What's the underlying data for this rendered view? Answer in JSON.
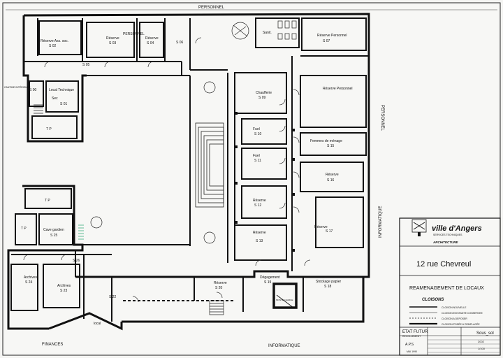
{
  "edges": {
    "top": "PERSONNEL",
    "right": "PERSONNEL",
    "right_lower": "INFORMATIQUE",
    "bottom_left": "FINANCES",
    "bottom_center": "INFORMATIQUE",
    "left_note": "CANTINE INTÉRIEURE"
  },
  "rooms": {
    "reserve_ass_soc": "Réserve Ass. soc.",
    "reserve_ass_soc_num": "S 02",
    "reserve_s03": "Réserve",
    "reserve_s03_num": "S 03",
    "personnel_inner": "PERSONNEL",
    "reserve_s04": "Réserve",
    "reserve_s04_num": "S 04",
    "s05": "S 05",
    "s06": "S 06",
    "sanitaires": "Sanit.",
    "reserve_personnel_top": "Réserve Personnel",
    "reserve_personnel_top_num": "S 07",
    "s00": "S 00",
    "local_technique": "Local Technique",
    "local_technique_2": "Sec",
    "s01": "S 01",
    "tp_top": "T P",
    "chaufferie": "Chaufferie",
    "chaufferie_num": "S 09",
    "reserve_personnel_mid": "Réserve Personnel",
    "fuel_a": "Fuel",
    "fuel_a_num": "S 10",
    "fuel_b": "Fuel",
    "fuel_b_num": "S 11",
    "femmes_menage": "Femmes de ménage",
    "femmes_menage_num": "S 15",
    "reserve_s12": "Réserve",
    "reserve_s12_num": "S 12",
    "reserve_s16": "Réserve",
    "reserve_s16_num": "S 16",
    "tp_mid": "T P",
    "tp_left": "T P",
    "cave_gardien": "Cave gardien",
    "cave_gardien_num": "S 25",
    "reserve_s13": "Réserve",
    "reserve_s13_num": "S 13",
    "reserve_s17": "Réserve",
    "reserve_s17_num": "S 17",
    "s26": "S 26",
    "archives_a": "Archives",
    "archives_a_num": "S 24",
    "archives_b": "Archives",
    "archives_b_num": "S 23",
    "s22": "S 22",
    "local": "local",
    "reserve_s20": "Réserve",
    "reserve_s20_num": "S 20",
    "degagement": "Dégagement",
    "degagement_num": "S 19",
    "stockage_papier": "Stockage papier",
    "stockage_papier_num": "S 18",
    "monte_charge": "MONTE CHARGE"
  },
  "title_block": {
    "brand": "ville d'Angers",
    "brand_sub": "SERVICES TECHNIQUES",
    "department": "ARCHITECTURE",
    "address": "12 rue Chevreul",
    "project": "REAMENAGEMENT DE LOCAUX",
    "section": "CLOISONS",
    "legend": [
      {
        "label": "CLOISON NOUVELLE",
        "style": "solid"
      },
      {
        "label": "CLOISON EXISTANTE CONSERVEE",
        "style": "thin"
      },
      {
        "label": "CLOISON A DEPOSER",
        "style": "dashed"
      },
      {
        "label": "CLOISON POSÉE & REMPLACÉE",
        "style": "thick"
      }
    ],
    "state": "ETAT FUTUR",
    "state_sub": "RECOLLEMENT",
    "level": "Sous_sol",
    "phase": "A.P.S",
    "drawing_no": "2002",
    "scale": "1/100",
    "date": "MAI 1990"
  }
}
